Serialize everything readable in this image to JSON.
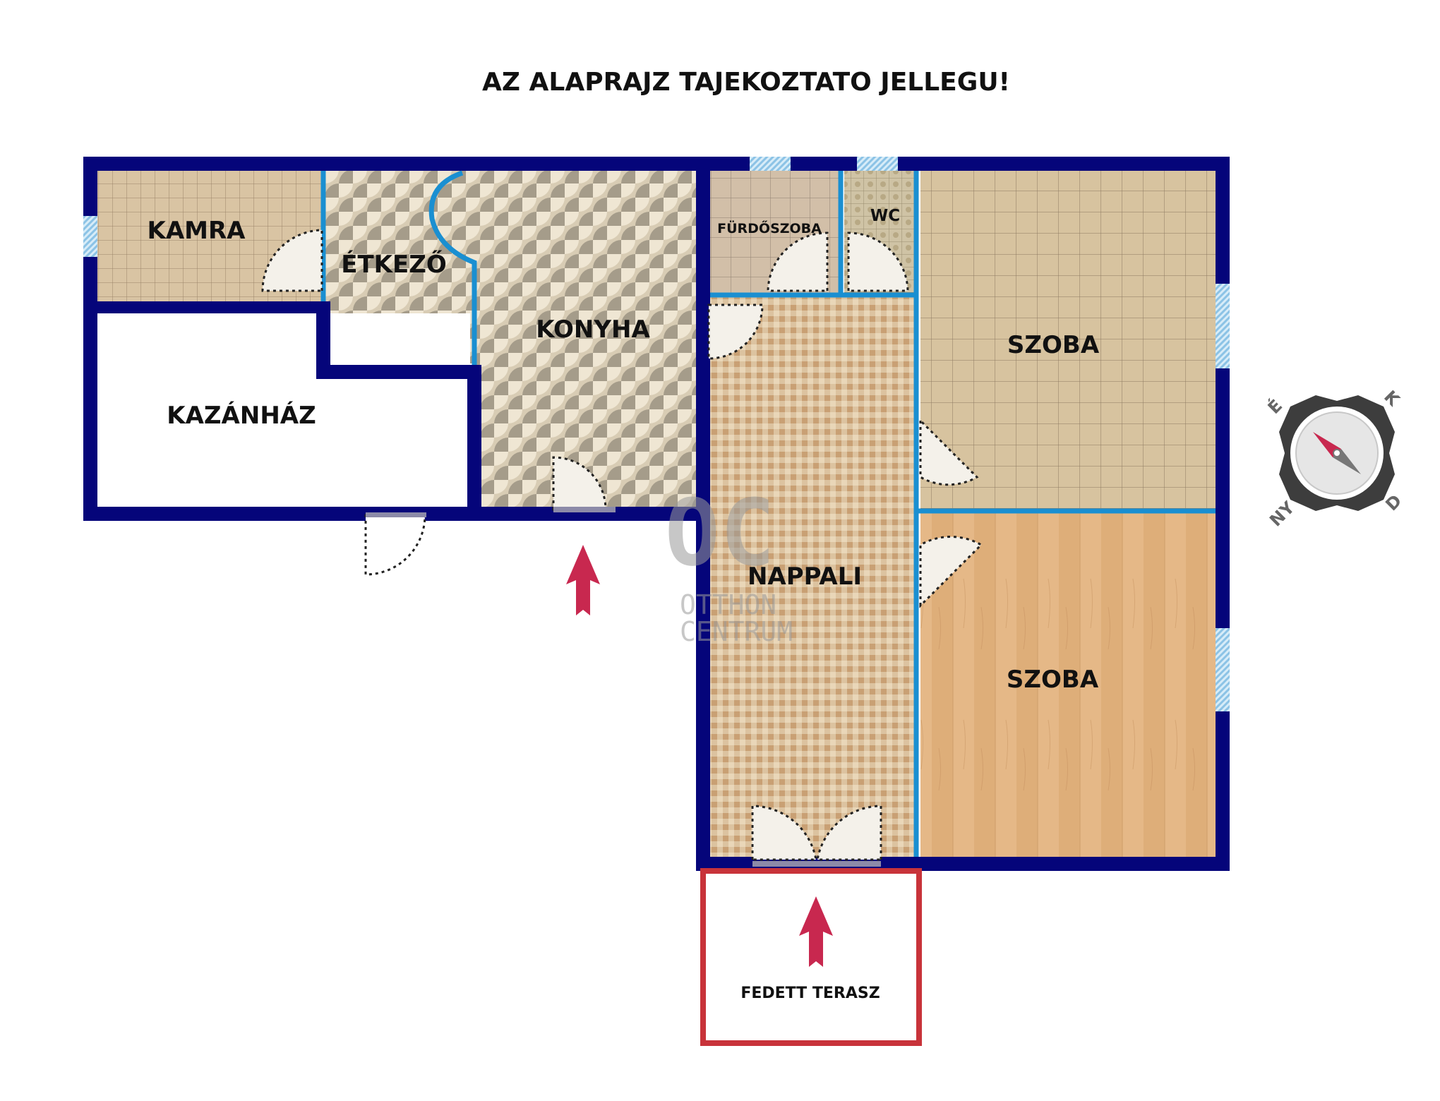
{
  "title": "AZ ALAPRAJZ TAJEKOZTATO JELLEGU!",
  "rooms": {
    "kamra": "KAMRA",
    "etkezo": "ÉTKEZŐ",
    "konyha": "KONYHA",
    "kazanhaz": "KAZÁNHÁZ",
    "furdoszoba": "FÜRDŐSZOBA",
    "wc": "WC",
    "szoba1": "SZOBA",
    "szoba2": "SZOBA",
    "nappali": "NAPPALI",
    "terasz": "FEDETT TERASZ"
  },
  "compass": {
    "north": "É",
    "east": "K",
    "south": "D",
    "west": "NY"
  },
  "watermark": {
    "logo": "OC",
    "line1": "OTTHON",
    "line2": "CENTRUM"
  },
  "colors": {
    "outer_wall": "#05057a",
    "inner_wall": "#1a8fd1",
    "terrace_outline": "#c8333a",
    "entry_arrow": "#c8284f",
    "window": "#a9d3ee"
  }
}
